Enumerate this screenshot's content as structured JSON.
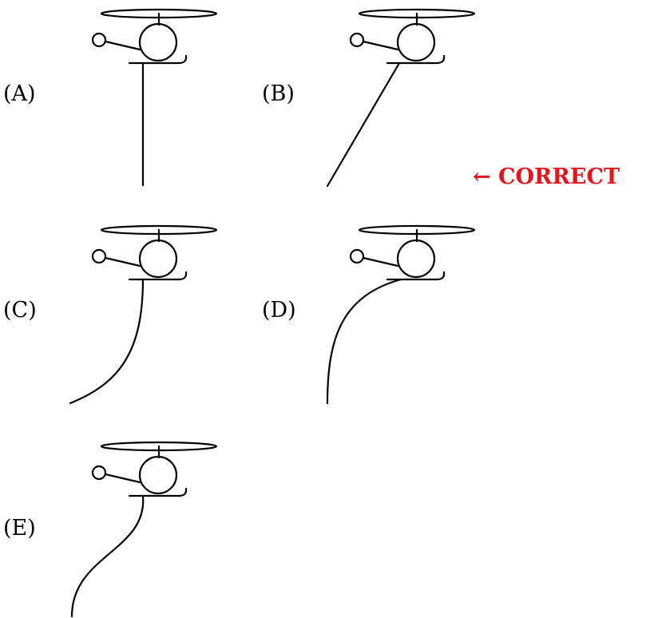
{
  "options": [
    {
      "label": "(A)",
      "rope": "straight-down"
    },
    {
      "label": "(B)",
      "rope": "straight-angled-back"
    },
    {
      "label": "(C)",
      "rope": "curved-back-concave"
    },
    {
      "label": "(D)",
      "rope": "curved-back-convex"
    },
    {
      "label": "(E)",
      "rope": "s-curve"
    }
  ],
  "answer": {
    "text": "← CORRECT",
    "option": "(B)",
    "color": "#e8141c"
  },
  "icons": {
    "vehicle": "helicopter-icon"
  }
}
